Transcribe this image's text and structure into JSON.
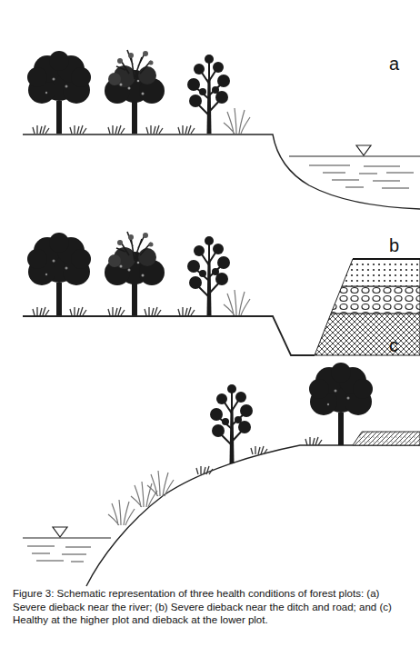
{
  "diagram": {
    "caption": "Figure 3: Schematic representation of three health conditions of forest plots: (a) Severe dieback near the river; (b) Severe dieback near the ditch and road; and (c) Healthy at the higher plot and dieback at the lower plot.",
    "labels": [
      "a",
      "b",
      "c"
    ]
  }
}
